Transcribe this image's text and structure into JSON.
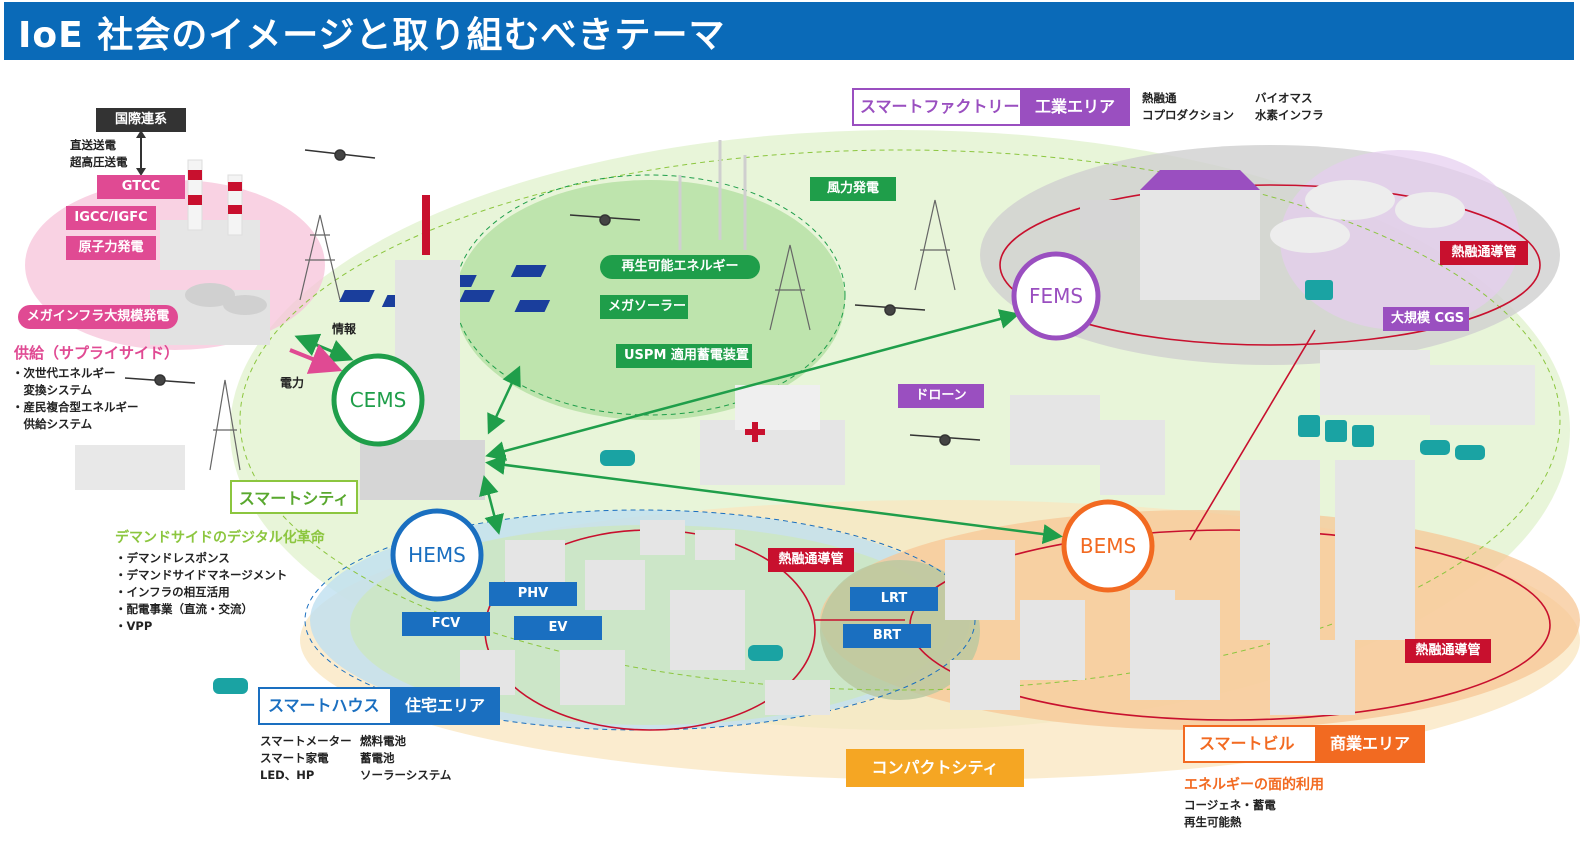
{
  "title": "IoE 社会のイメージと取り組むべきテーマ",
  "supply": {
    "tags": {
      "international": "国際連系",
      "gtcc": "GTCC",
      "igcc": "IGCC/IGFC",
      "nuclear": "原子力発電",
      "mega": "メガインフラ大規模発電"
    },
    "transmission_lines": [
      "直送送電",
      "超高圧送電"
    ],
    "heading": "供給（サプライサイド）",
    "items": [
      "・次世代エネルギー",
      "　変換システム",
      "・産民複合型エネルギー",
      "　供給システム"
    ],
    "info": "情報",
    "power": "電力"
  },
  "renewable": {
    "wind": "風力発電",
    "renewable": "再生可能エネルギー",
    "mega_solar": "メガソーラー",
    "uspm": "USPM 適用蓄電装置"
  },
  "systems": {
    "cems": "CEMS",
    "fems": "FEMS",
    "hems": "HEMS",
    "bems": "BEMS"
  },
  "smart_city": {
    "label": "スマートシティ",
    "heading": "デマンドサイドのデジタル化革命",
    "items": [
      "・デマンドレスポンス",
      "・デマンドサイドマネージメント",
      "・インフラの相互活用",
      "・配電事業（直流・交流）",
      "・VPP"
    ]
  },
  "factory": {
    "label": "スマートファクトリー",
    "area": "工業エリア",
    "col1": [
      "熱融通",
      "コプロダクション"
    ],
    "col2": [
      "バイオマス",
      "水素インフラ"
    ],
    "heat_pipe": "熱融通導管",
    "cgs": "大規模 CGS"
  },
  "drone": "ドローン",
  "house": {
    "label": "スマートハウス",
    "area": "住宅エリア",
    "col1": [
      "スマートメーター",
      "スマート家電",
      "LED、HP"
    ],
    "col2": [
      "燃料電池",
      "蓄電池",
      "ソーラーシステム"
    ]
  },
  "vehicles": {
    "phv": "PHV",
    "fcv": "FCV",
    "ev": "EV",
    "lrt": "LRT",
    "brt": "BRT"
  },
  "heat_pipe_mid": "熱融通導管",
  "heat_pipe_right": "熱融通導管",
  "compact_city": "コンパクトシティ",
  "building": {
    "label": "スマートビル",
    "area": "商業エリア",
    "heading": "エネルギーの面的利用",
    "items": [
      "コージェネ・蓄電",
      "再生可能熱"
    ]
  },
  "colors": {
    "title_bg": "#0a6ab8",
    "green": "#1f9e4a",
    "pink": "#e04a93",
    "purple": "#9a4fc0",
    "blue": "#1a6fc0",
    "orange": "#f26a21",
    "red": "#c8102e",
    "yellow": "#f5a623"
  }
}
